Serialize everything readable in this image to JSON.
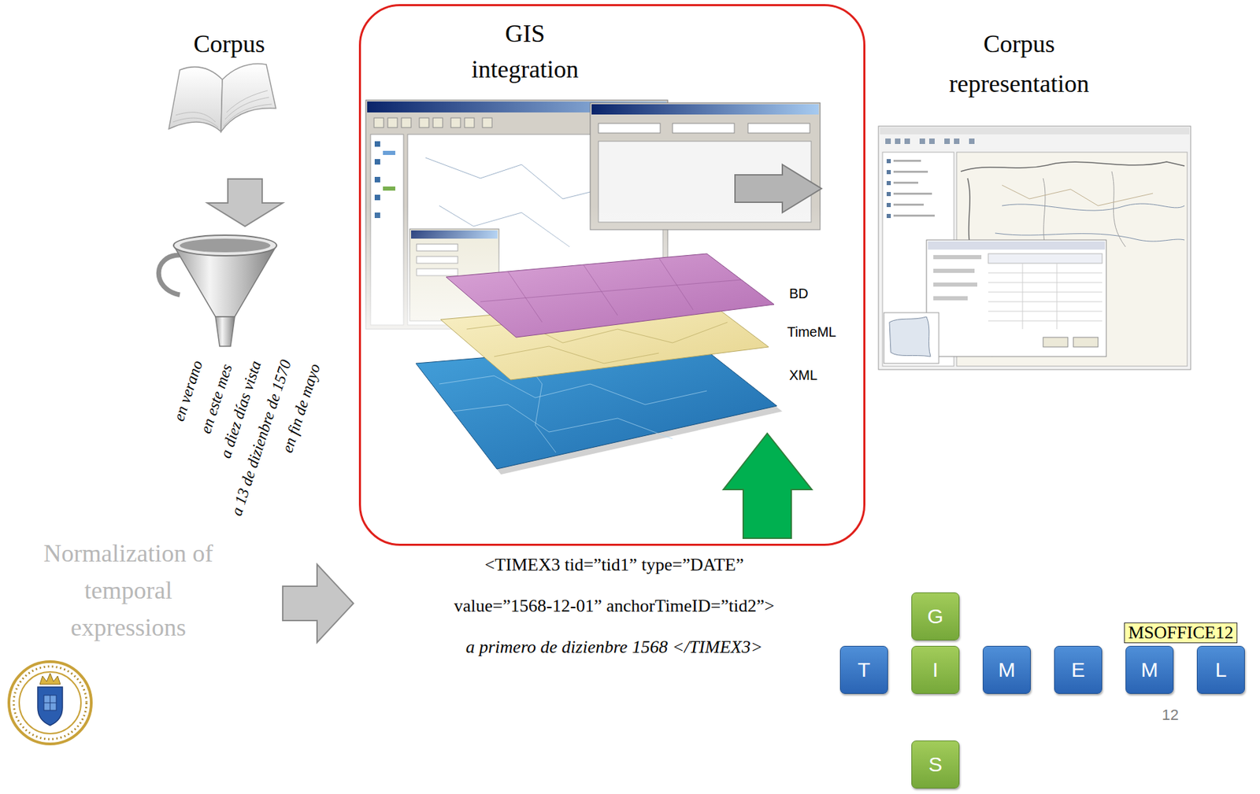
{
  "diagram": {
    "nodes": [
      {
        "text": [
          "GIS integration"
        ]
      },
      {
        "text": [
          "G"
        ]
      },
      {
        "text": [
          "MSOFFICE12"
        ]
      },
      {
        "text": [
          "T"
        ]
      },
      {
        "text": [
          "I"
        ]
      },
      {
        "text": [
          "M"
        ]
      },
      {
        "text": [
          "E"
        ]
      },
      {
        "text": [
          "M"
        ]
      },
      {
        "text": [
          "L"
        ]
      },
      {
        "text": [
          "S"
        ]
      }
    ],
    "labels": [
      "Corpus",
      "en verano",
      "en este mes",
      "a diez días vista",
      "a 13 de dizienbre de 1570",
      "en fin de mayo",
      "Normalization of temporal expressions",
      "BD",
      "TimeML",
      "XML",
      "<TIMEX3 tid=”tid1” type=”DATE”",
      "value=”1568-12-01” anchorTimeID=”tid2”>",
      "a primero de dizienbre 1568 </TIMEX3>",
      "Corpus representation",
      "12"
    ]
  }
}
